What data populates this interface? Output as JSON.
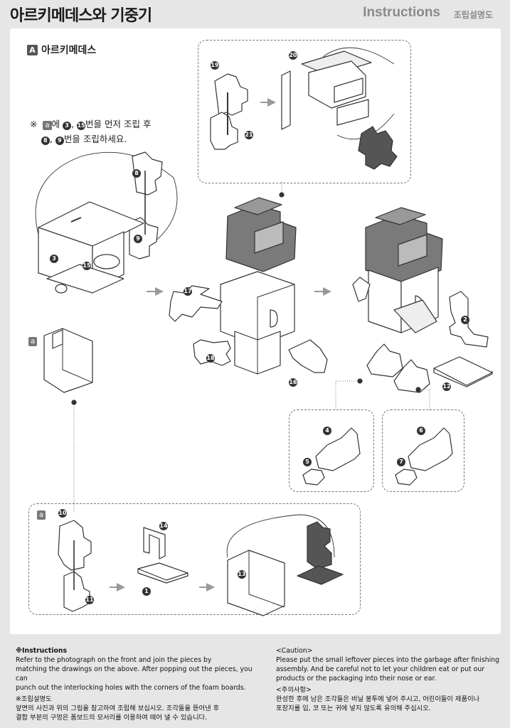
{
  "header": {
    "title": "아르키메데스와 기중기",
    "instructions_label": "Instructions",
    "instructions_kr": "조립설명도"
  },
  "section": {
    "badge": "A",
    "title": "아르키메데스"
  },
  "note": {
    "prefix": "※",
    "sub_badge": "a",
    "line1_a": "에",
    "num1": "3",
    "num2": "15",
    "line1_b": "번을 먼저 조립 후",
    "num3": "8",
    "num4": "9",
    "line2_b": "번을 조립하세요."
  },
  "parts": {
    "p19": "19",
    "p20": "20",
    "p21": "21",
    "p8": "8",
    "p9": "9",
    "p3": "3",
    "p15": "15",
    "p17": "17",
    "p18": "18",
    "p16": "16",
    "p2": "2",
    "p12": "12",
    "p4": "4",
    "p5": "5",
    "p6": "6",
    "p7": "7",
    "p10": "10",
    "p11": "11",
    "p14": "14",
    "p1": "1",
    "p13": "13",
    "sub_a": "a"
  },
  "footer": {
    "left": {
      "heading": "※Instructions",
      "body1": "Refer to the photograph on the front and join the pieces by",
      "body2": "matching the drawings on the above. After popping out the pieces, you can",
      "body3": "punch out the interlocking holes with the corners of the foam boards.",
      "heading_kr": "※조립설명도",
      "body_kr1": "앞면의 사진과 위의 그림을 참고하여 조립해 보십시오. 조각들을 뜯어낸 후",
      "body_kr2": "결합 부분의 구멍은 폼보드의 모서리를 이용하여 떼어 낼 수 있습니다."
    },
    "right": {
      "heading": "<Caution>",
      "body1": "Please put the small leftover pieces into the garbage after finishing",
      "body2": "assembly. And be careful not to let your children eat or put our",
      "body3": "products or the packaging into their nose or ear.",
      "heading_kr": "<주의사항>",
      "body_kr1": "완성한 후에 남은 조각들은 비닐 봉투에 넣어 주시고, 어린이들이 제품이나",
      "body_kr2": "포장지를 입, 코 또는 귀에 넣지 않도록 유의해 주십시오."
    }
  },
  "colors": {
    "background": "#e6e6e6",
    "sheet": "#ffffff",
    "roof_dark": "#6e6e6e",
    "outline": "#333333"
  }
}
